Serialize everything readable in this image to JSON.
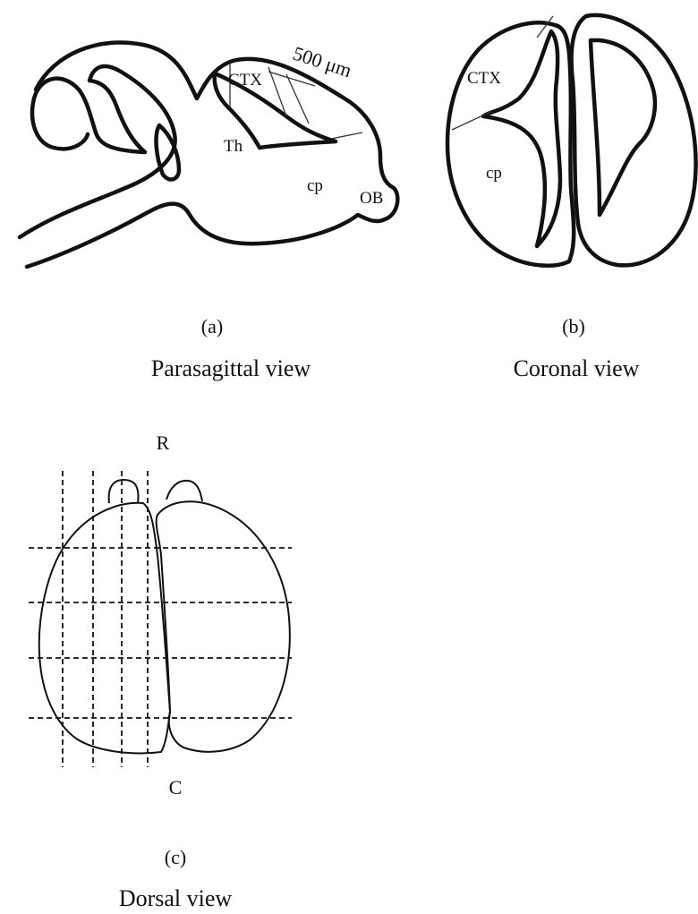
{
  "panel_a": {
    "label_ctx": "CTX",
    "label_th": "Th",
    "label_cp": "cp",
    "label_ob": "OB",
    "scale": "500 μm",
    "panel_letter": "(a)",
    "caption": "Parasagittal view"
  },
  "panel_b": {
    "label_ctx": "CTX",
    "label_cp": "cp",
    "panel_letter": "(b)",
    "caption": "Coronal view"
  },
  "panel_c": {
    "label_r": "R",
    "label_c": "C",
    "panel_letter": "(c)",
    "caption": "Dorsal view"
  }
}
